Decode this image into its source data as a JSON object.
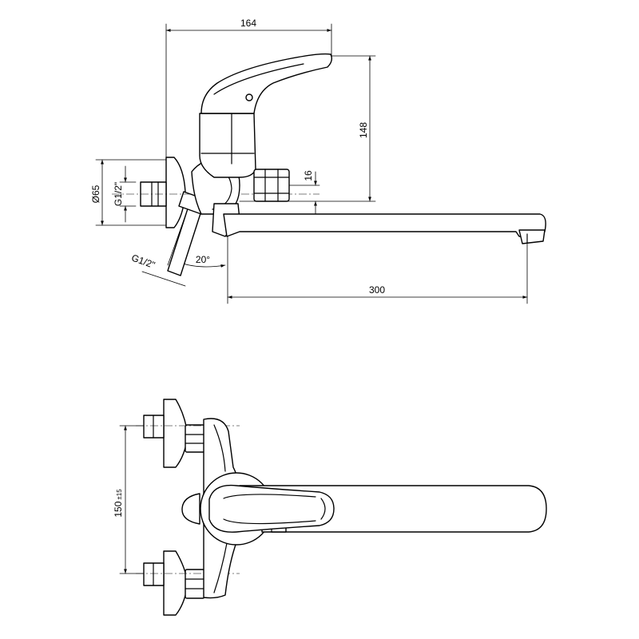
{
  "dimensions": {
    "overall_width": "164",
    "height": "148",
    "nut": "16",
    "wall_diameter": "Ø65",
    "inlet_thread_side": "G1/2\"",
    "inlet_thread_angled": "G1/2\"",
    "angle": "20°",
    "spout_length": "300",
    "inlet_spacing": "150",
    "inlet_spacing_tolerance": "±15"
  },
  "colors": {
    "line": "#000000",
    "background": "#ffffff"
  }
}
